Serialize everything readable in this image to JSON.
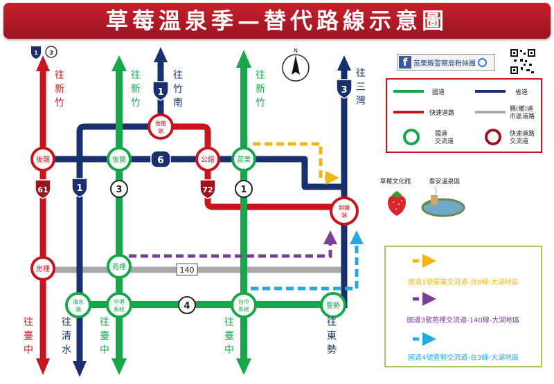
{
  "title": "草莓溫泉季—替代路線示意圖",
  "top_badges": [
    "1",
    "3"
  ],
  "facebook": {
    "logo": "f",
    "label": "苗栗縣警察局粉絲團"
  },
  "legend": {
    "national_highway": "國道",
    "provincial_road": "省道",
    "expressway": "快速道路",
    "county_road": [
      "縣(鄉)道",
      "市區道路"
    ],
    "highway_interchange": [
      "國道",
      "交流道"
    ],
    "expressway_interchange": [
      "快速道路",
      "交流道"
    ]
  },
  "colors": {
    "green": "#17a74a",
    "navy": "#1a2f6e",
    "red": "#c7151f",
    "gray": "#a9a9a9",
    "yellow": "#f2b61c",
    "purple": "#7a3e98",
    "cyan": "#27a9df"
  },
  "destinations": {
    "d_hsinchu_61": [
      "往",
      "新",
      "竹"
    ],
    "d_hsinchu_3": [
      "往",
      "新",
      "竹"
    ],
    "d_zhunan": [
      "往",
      "竹",
      "南"
    ],
    "d_hsinchu_1": [
      "往",
      "新",
      "竹"
    ],
    "d_sanwan": [
      "往",
      "三",
      "灣"
    ],
    "d_taichung_61": [
      "往",
      "臺",
      "中"
    ],
    "d_qingshui": [
      "往",
      "清",
      "水"
    ],
    "d_taichung_3": [
      "往",
      "臺",
      "中"
    ],
    "d_taichung_1": [
      "往",
      "臺",
      "中"
    ],
    "d_dongshi": [
      "往",
      "東",
      "勢"
    ]
  },
  "interchanges": {
    "houlong_61": "後龍",
    "houlong_3": "後龍",
    "miaoli": "苗栗",
    "gongguan": "公館",
    "houlong_end": [
      "後龍",
      "端"
    ],
    "tongluo_end": [
      "銅鑼",
      "端"
    ],
    "fangli": "房裡",
    "yuanli": "苑裡",
    "qingshui_end": [
      "清水",
      "端"
    ],
    "zhonggang": [
      "中港",
      "系統"
    ],
    "taichung_sys": [
      "台中",
      "系統"
    ],
    "fengshi": "豐勢"
  },
  "route_shields": {
    "r1_north": "1",
    "r3_sanwan": "3",
    "r6": "6",
    "r61": "61",
    "r1_south": "1",
    "r3_nat": "3",
    "r72": "72",
    "r1_nat": "1",
    "r4": "4",
    "r140": "140"
  },
  "pois": {
    "strawberry": "草莓文化館",
    "hotspring": "泰安溫泉區"
  },
  "alternates": [
    {
      "label": "國道1號苗栗交流道-台6線-大湖地區",
      "color": "#f2b61c"
    },
    {
      "label": "國道3號苑裡交流道-140線-大湖地區",
      "color": "#7a3e98"
    },
    {
      "label": "國道4號豐勢交流道-台3線-大湖地區",
      "color": "#27a9df"
    }
  ]
}
